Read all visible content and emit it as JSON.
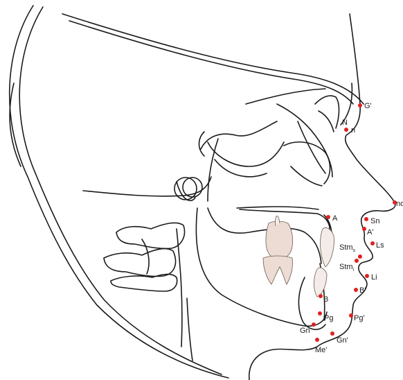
{
  "colors": {
    "line": "#1a1a1a",
    "landmark": "#e02020",
    "tooth": "#ecdcd3"
  },
  "landmarks": [
    {
      "id": "G_prime",
      "label": "G'"
    },
    {
      "id": "N",
      "label": "N"
    },
    {
      "id": "n",
      "label": "n"
    },
    {
      "id": "no",
      "label": "no"
    },
    {
      "id": "Sn",
      "label": "Sn"
    },
    {
      "id": "A",
      "label": "A"
    },
    {
      "id": "A_prime",
      "label": "A'"
    },
    {
      "id": "Ls",
      "label": "Ls"
    },
    {
      "id": "Stm_s",
      "label": "Stm",
      "sub": "s"
    },
    {
      "id": "Stm_i",
      "label": "Stm",
      "sub": "i"
    },
    {
      "id": "Li",
      "label": "Li"
    },
    {
      "id": "B_prime",
      "label": "B'"
    },
    {
      "id": "B",
      "label": "B"
    },
    {
      "id": "Pg",
      "label": "Pg"
    },
    {
      "id": "Pg_prime",
      "label": "Pg'"
    },
    {
      "id": "Gn",
      "label": "Gn"
    },
    {
      "id": "Gn_prime",
      "label": "Gn'"
    },
    {
      "id": "Me_prime",
      "label": "Me'"
    }
  ]
}
